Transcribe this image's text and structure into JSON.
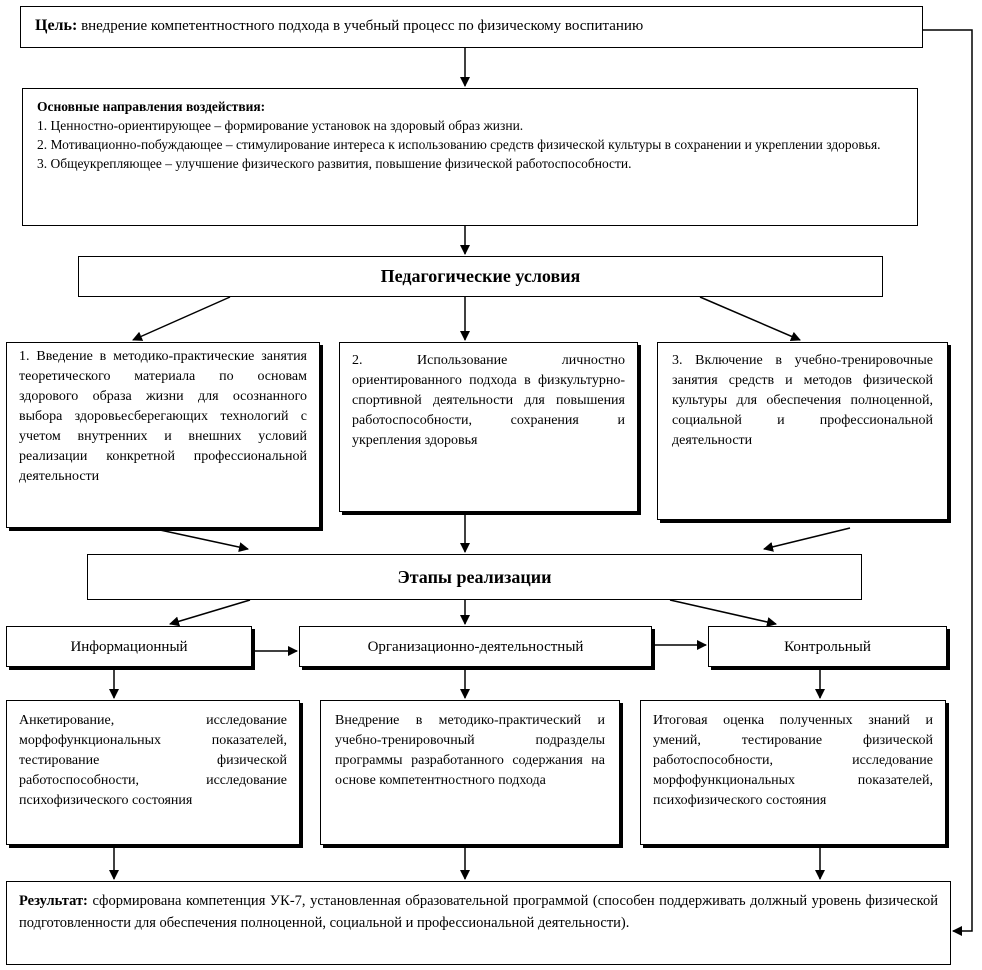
{
  "goal": {
    "label": "Цель:",
    "text": "внедрение компетентностного подхода в учебный процесс по физическому воспитанию"
  },
  "directions": {
    "title": "Основные направления воздействия:",
    "items": [
      "1. Ценностно-ориентирующее – формирование установок на здоровый образ жизни.",
      "2. Мотивационно-побуждающее – стимулирование интереса к использованию средств физической культуры в сохранении и укреплении здоровья.",
      "3. Общеукрепляющее – улучшение физического развития, повышение физической работоспособности."
    ]
  },
  "conditions": {
    "title": "Педагогические условия",
    "items": [
      "1. Введение в методико-практические занятия теоретического материала по основам здорового образа жизни для осознанного выбора здоровьесберегающих технологий с учетом внутренних и внешних условий реализации конкретной профессиональной деятельности",
      "2. Использование личностно ориентированного подхода в физкультурно-спортивной деятельности для повышения работоспособности, сохранения и укрепления здоровья",
      "3. Включение в учебно-тренировочные занятия средств и методов физической культуры для обеспечения полноценной, социальной и профессиональной деятельности"
    ]
  },
  "stages": {
    "title": "Этапы реализации",
    "names": [
      "Информационный",
      "Организационно-деятельностный",
      "Контрольный"
    ],
    "details": [
      "Анкетирование, исследование морфофункциональных показателей, тестирование физической работоспособности, исследование психофизического состояния",
      "Внедрение в методико-практический и учебно-тренировочный подразделы программы разработанного содержания на основе компетентностного подхода",
      "Итоговая оценка полученных знаний и умений, тестирование физической работоспособности, исследование морфофункциональных показателей, психофизического состояния"
    ]
  },
  "result": {
    "label": "Результат:",
    "text": "сформирована компетенция УК-7, установленная образовательной программой (способен поддерживать должный уровень физической подготовленности для обеспечения полноценной, социальной и профессиональной деятельности)."
  }
}
